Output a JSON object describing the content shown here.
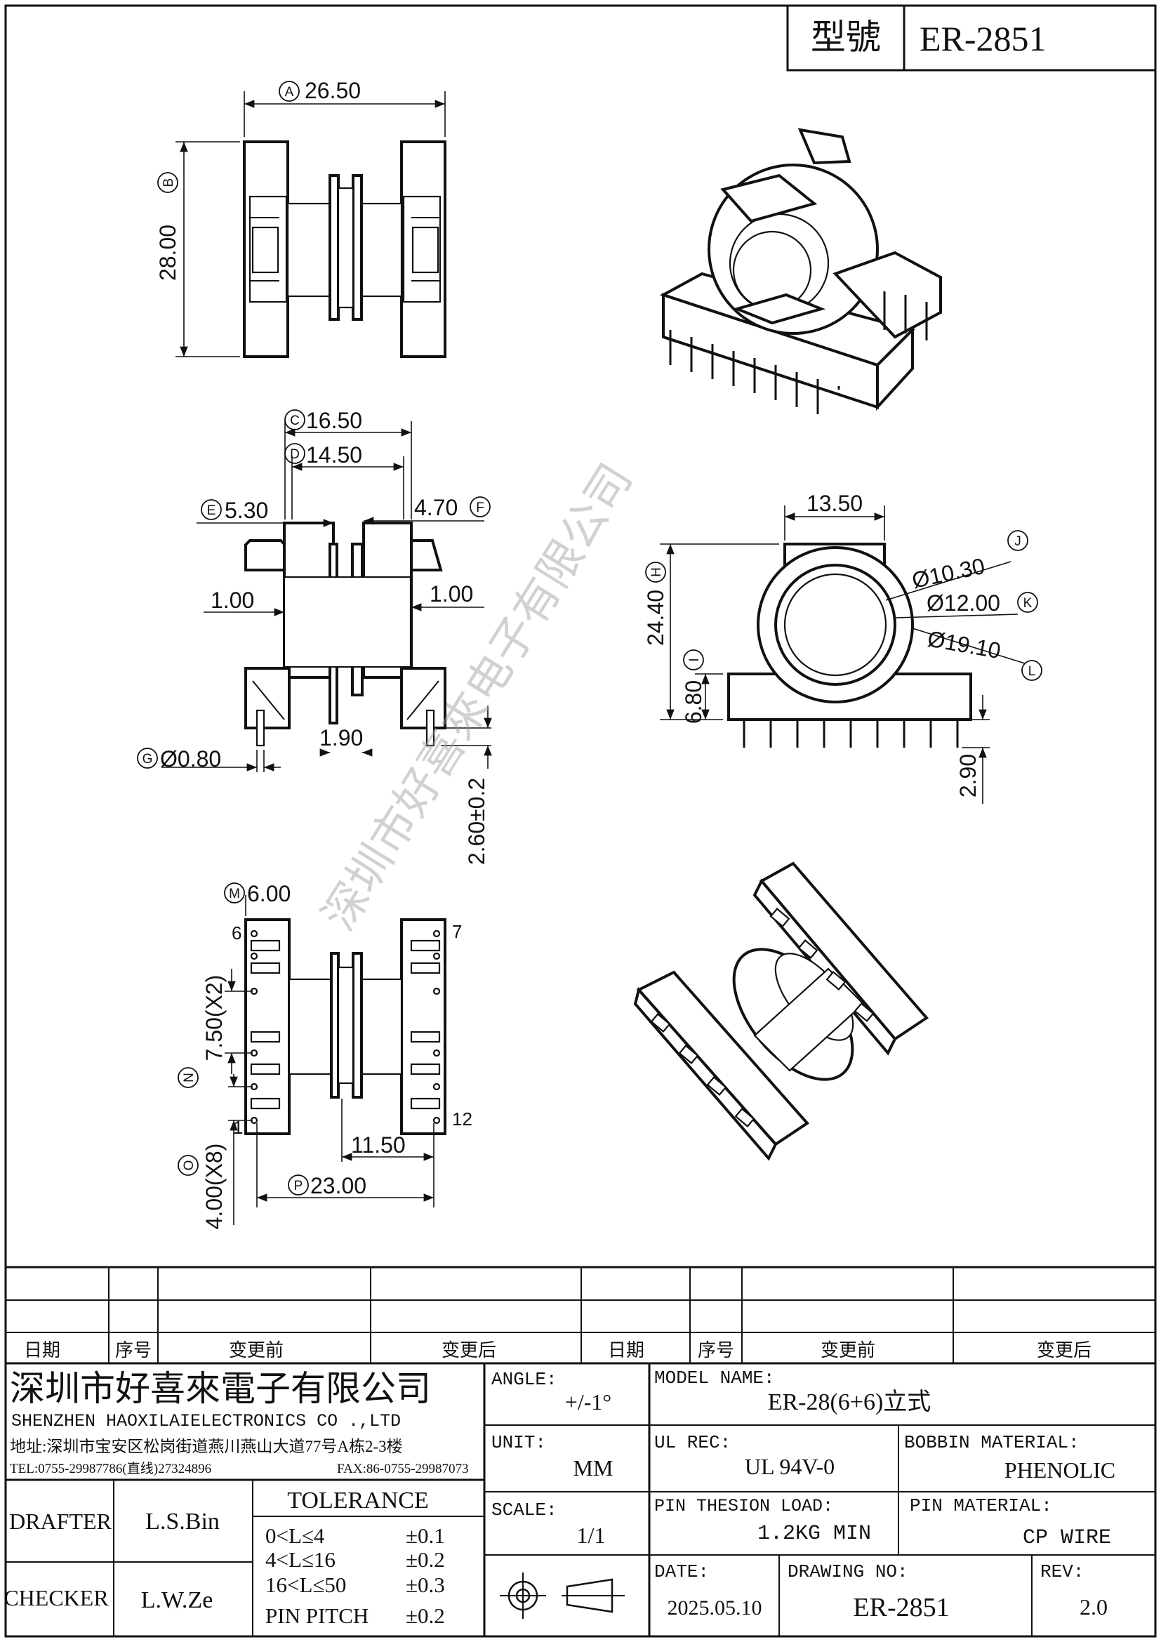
{
  "header": {
    "model_label": "型號",
    "model_value": "ER-2851"
  },
  "watermark": "深圳市好喜來电子有限公司",
  "dimensions": {
    "A": "26.50",
    "B": "28.00",
    "C": "16.50",
    "D": "14.50",
    "E": "5.30",
    "F": "4.70",
    "wall_left": "1.00",
    "wall_right": "1.00",
    "flange": "1.90",
    "G": "Ø0.80",
    "pin_len": "2.60±0.2",
    "width": "13.50",
    "H": "24.40",
    "I": "6.80",
    "J": "Ø10.30",
    "K": "Ø12.00",
    "L": "Ø19.10",
    "pin_stub": "2.90",
    "M": "6.00",
    "N": "7.50(X2)",
    "O": "4.00(X8)",
    "P": "23.00",
    "span": "11.50"
  },
  "circle_letters": [
    "A",
    "B",
    "C",
    "D",
    "E",
    "F",
    "G",
    "H",
    "I",
    "J",
    "K",
    "L",
    "M",
    "N",
    "O",
    "P"
  ],
  "pin_numbers": {
    "tl": "6",
    "tr": "7",
    "bl": "1",
    "br": "12"
  },
  "revision_table": {
    "headers": [
      "日期",
      "序号",
      "变更前",
      "变更后",
      "日期",
      "序号",
      "变更前",
      "变更后"
    ]
  },
  "company": {
    "name_cn": "深圳市好喜來電子有限公司",
    "name_en": "SHENZHEN HAOXILAIELECTRONICS CO .,LTD",
    "address": "地址:深圳市宝安区松岗街道燕川燕山大道77号A栋2-3楼",
    "tel": "TEL:0755-29987786(直线)27324896",
    "fax": "FAX:86-0755-29987073"
  },
  "people": {
    "drafter_label": "DRAFTER",
    "drafter": "L.S.Bin",
    "checker_label": "CHECKER",
    "checker": "L.W.Ze"
  },
  "tolerance": {
    "title": "TOLERANCE",
    "rows": [
      {
        "range": "0<L≤4",
        "value": "±0.1"
      },
      {
        "range": "4<L≤16",
        "value": "±0.2"
      },
      {
        "range": "16<L≤50",
        "value": "±0.3"
      },
      {
        "range": "PIN PITCH",
        "value": "±0.2"
      }
    ]
  },
  "fields": {
    "angle_label": "ANGLE:",
    "angle": "+/-1°",
    "unit_label": "UNIT:",
    "unit": "MM",
    "scale_label": "SCALE:",
    "scale": "1/1",
    "model_name_label": "MODEL NAME:",
    "model_name": "ER-28(6+6)立式",
    "ul_label": "UL REC:",
    "ul": "UL 94V-0",
    "bobbin_label": "BOBBIN MATERIAL:",
    "bobbin": "PHENOLIC",
    "pin_load_label": "PIN THESION LOAD:",
    "pin_load": "1.2KG MIN",
    "pin_material_label": "PIN MATERIAL:",
    "pin_material": "CP  WIRE",
    "date_label": "DATE:",
    "date": "2025.05.10",
    "drawing_no_label": "DRAWING NO:",
    "drawing_no": "ER-2851",
    "rev_label": "REV:",
    "rev": "2.0"
  }
}
